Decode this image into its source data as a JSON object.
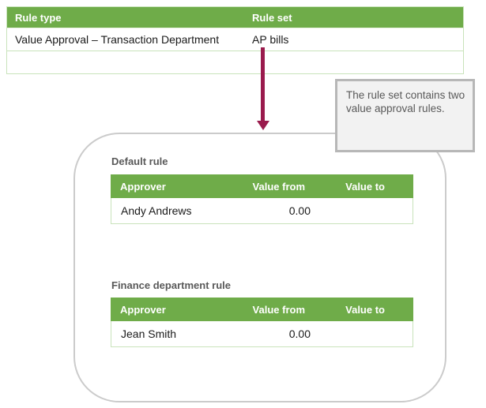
{
  "colors": {
    "header_green": "#6fac49",
    "table_border_light_green": "#c9e3bb",
    "arrow_maroon": "#9a1b4d",
    "callout_bg": "#f2f2f2",
    "callout_border": "#b7b7b7",
    "panel_border": "#cbcbcb",
    "label_gray": "#595959"
  },
  "top_table": {
    "columns": [
      "Rule type",
      "Rule set"
    ],
    "rows": [
      {
        "rule_type": "Value Approval – Transaction Department",
        "rule_set": "AP bills"
      },
      {
        "rule_type": "",
        "rule_set": ""
      }
    ]
  },
  "callout": {
    "text": "The rule set contains two value approval rules."
  },
  "rule_set_panel": {
    "tables": [
      {
        "title": "Default rule",
        "columns": [
          "Approver",
          "Value from",
          "Value to"
        ],
        "rows": [
          {
            "approver": "Andy Andrews",
            "value_from": "0.00",
            "value_to": ""
          }
        ]
      },
      {
        "title": "Finance department rule",
        "columns": [
          "Approver",
          "Value from",
          "Value to"
        ],
        "rows": [
          {
            "approver": "Jean Smith",
            "value_from": "0.00",
            "value_to": ""
          }
        ]
      }
    ]
  }
}
